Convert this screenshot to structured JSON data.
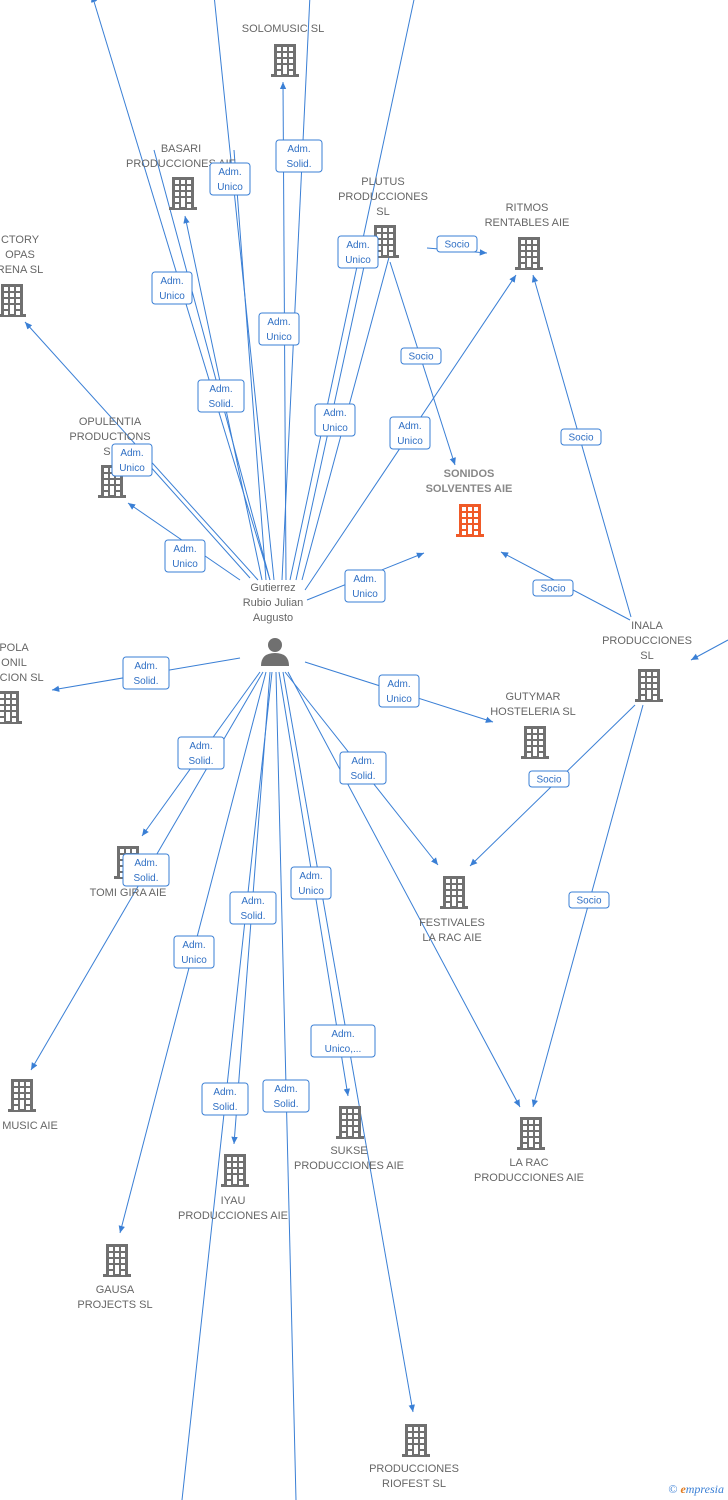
{
  "colors": {
    "edge": "#3a7fd5",
    "node": "#707070",
    "focus": "#f05a28",
    "label": "#666666"
  },
  "nodes": [
    {
      "id": "solomusic",
      "lines": [
        "SOLOMUSIC SL"
      ],
      "icon": "building-icon"
    },
    {
      "id": "basari",
      "lines": [
        "BASARI",
        "PRODUCCIONES AIE"
      ],
      "icon": "building-icon"
    },
    {
      "id": "plutus",
      "lines": [
        "PLUTUS",
        "PRODUCCIONES",
        "SL"
      ],
      "icon": "building-icon"
    },
    {
      "id": "ritmos",
      "lines": [
        "RITMOS",
        "RENTABLES AIE"
      ],
      "icon": "building-icon"
    },
    {
      "id": "factory",
      "lines": [
        "CTORY",
        "OPAS",
        "RENA SL"
      ],
      "icon": "building-icon"
    },
    {
      "id": "opulentia",
      "lines": [
        "OPULENTIA",
        "PRODUCTIONS",
        "SL"
      ],
      "icon": "building-icon"
    },
    {
      "id": "sonidos",
      "lines": [
        "SONIDOS",
        "SOLVENTES AIE"
      ],
      "icon": "building-icon",
      "focus": true
    },
    {
      "id": "person",
      "lines": [
        "Gutierrez",
        "Rubio Julian",
        "Augusto"
      ],
      "icon": "person-icon"
    },
    {
      "id": "inala",
      "lines": [
        "INALA",
        "PRODUCCIONES",
        "SL"
      ],
      "icon": "building-icon"
    },
    {
      "id": "pola",
      "lines": [
        "POLA",
        "ONIL",
        "RACION SL"
      ],
      "icon": "building-icon"
    },
    {
      "id": "gutymar",
      "lines": [
        "GUTYMAR",
        "HOSTELERIA SL"
      ],
      "icon": "building-icon"
    },
    {
      "id": "tomi",
      "lines": [
        "TOMI GIRA AIE"
      ],
      "icon": "building-icon"
    },
    {
      "id": "festivales",
      "lines": [
        "FESTIVALES",
        "LA RAC AIE"
      ],
      "icon": "building-icon"
    },
    {
      "id": "music",
      "lines": [
        "MUSIC AIE"
      ],
      "icon": "building-icon"
    },
    {
      "id": "sukse",
      "lines": [
        "SUKSE",
        "PRODUCCIONES AIE"
      ],
      "icon": "building-icon"
    },
    {
      "id": "larac",
      "lines": [
        "LA RAC",
        "PRODUCCIONES AIE"
      ],
      "icon": "building-icon"
    },
    {
      "id": "iyau",
      "lines": [
        "IYAU",
        "PRODUCCIONES AIE"
      ],
      "icon": "building-icon"
    },
    {
      "id": "gausa",
      "lines": [
        "GAUSA",
        "PROJECTS  SL"
      ],
      "icon": "building-icon"
    },
    {
      "id": "riofest",
      "lines": [
        "PRODUCCIONES",
        "RIOFEST  SL"
      ],
      "icon": "building-icon"
    }
  ],
  "edge_labels": [
    {
      "lines": [
        "Adm.",
        "Solid."
      ]
    },
    {
      "lines": [
        "Adm.",
        "Unico"
      ]
    },
    {
      "lines": [
        "Adm.",
        "Unico"
      ]
    },
    {
      "lines": [
        "Socio"
      ]
    },
    {
      "lines": [
        "Adm.",
        "Unico"
      ]
    },
    {
      "lines": [
        "Adm.",
        "Unico"
      ]
    },
    {
      "lines": [
        "Socio"
      ]
    },
    {
      "lines": [
        "Adm.",
        "Solid."
      ]
    },
    {
      "lines": [
        "Adm.",
        "Unico"
      ]
    },
    {
      "lines": [
        "Adm.",
        "Unico"
      ]
    },
    {
      "lines": [
        "Socio"
      ]
    },
    {
      "lines": [
        "Adm.",
        "Unico"
      ]
    },
    {
      "lines": [
        "Adm.",
        "Unico"
      ]
    },
    {
      "lines": [
        "Adm.",
        "Unico"
      ]
    },
    {
      "lines": [
        "Socio"
      ]
    },
    {
      "lines": [
        "Adm.",
        "Solid."
      ]
    },
    {
      "lines": [
        "Adm.",
        "Unico"
      ]
    },
    {
      "lines": [
        "Adm.",
        "Solid."
      ]
    },
    {
      "lines": [
        "Adm.",
        "Solid."
      ]
    },
    {
      "lines": [
        "Socio"
      ]
    },
    {
      "lines": [
        "Adm.",
        "Solid."
      ]
    },
    {
      "lines": [
        "Adm.",
        "Unico"
      ]
    },
    {
      "lines": [
        "Adm.",
        "Solid."
      ]
    },
    {
      "lines": [
        "Socio"
      ]
    },
    {
      "lines": [
        "Adm.",
        "Unico"
      ]
    },
    {
      "lines": [
        "Adm.",
        "Unico,..."
      ]
    },
    {
      "lines": [
        "Adm.",
        "Solid."
      ]
    },
    {
      "lines": [
        "Adm.",
        "Solid."
      ]
    }
  ],
  "footer": {
    "copyright_symbol": "©",
    "brand_initial": "e",
    "brand_rest": "mpresia"
  }
}
